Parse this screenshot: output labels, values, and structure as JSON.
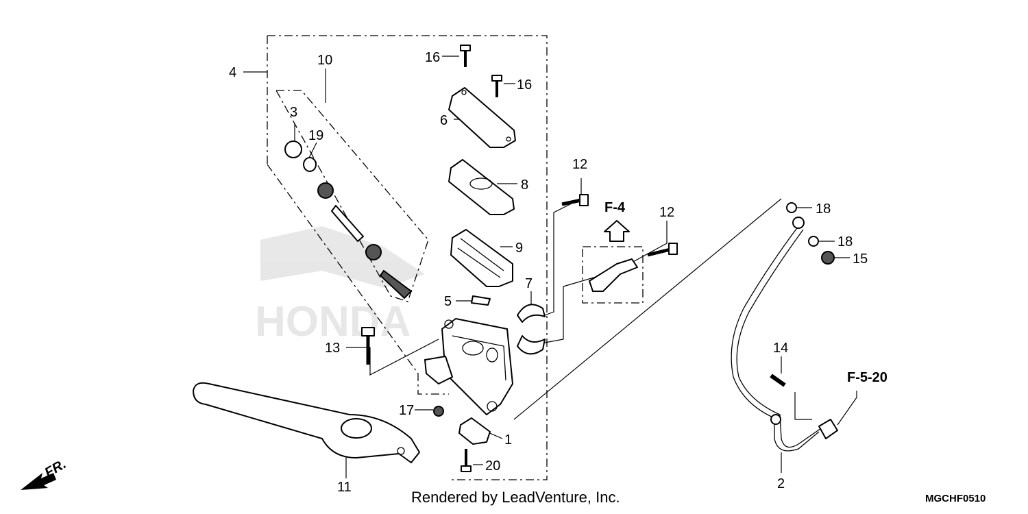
{
  "callouts": {
    "c1": "1",
    "c2": "2",
    "c3": "3",
    "c4": "4",
    "c5": "5",
    "c6": "6",
    "c7": "7",
    "c8": "8",
    "c9": "9",
    "c10": "10",
    "c11": "11",
    "c12a": "12",
    "c12b": "12",
    "c13": "13",
    "c14": "14",
    "c15": "15",
    "c16a": "16",
    "c16b": "16",
    "c17": "17",
    "c18a": "18",
    "c18b": "18",
    "c19": "19",
    "c20": "20"
  },
  "references": {
    "f4": "F-4",
    "f520": "F-5-20"
  },
  "direction_label": "FR.",
  "footer": {
    "credit": "Rendered by LeadVenture, Inc.",
    "diagram_code": "MGCHF0510"
  },
  "watermark": "HONDA",
  "icons": [
    "front-direction-arrow-icon",
    "up-arrow-icon"
  ]
}
